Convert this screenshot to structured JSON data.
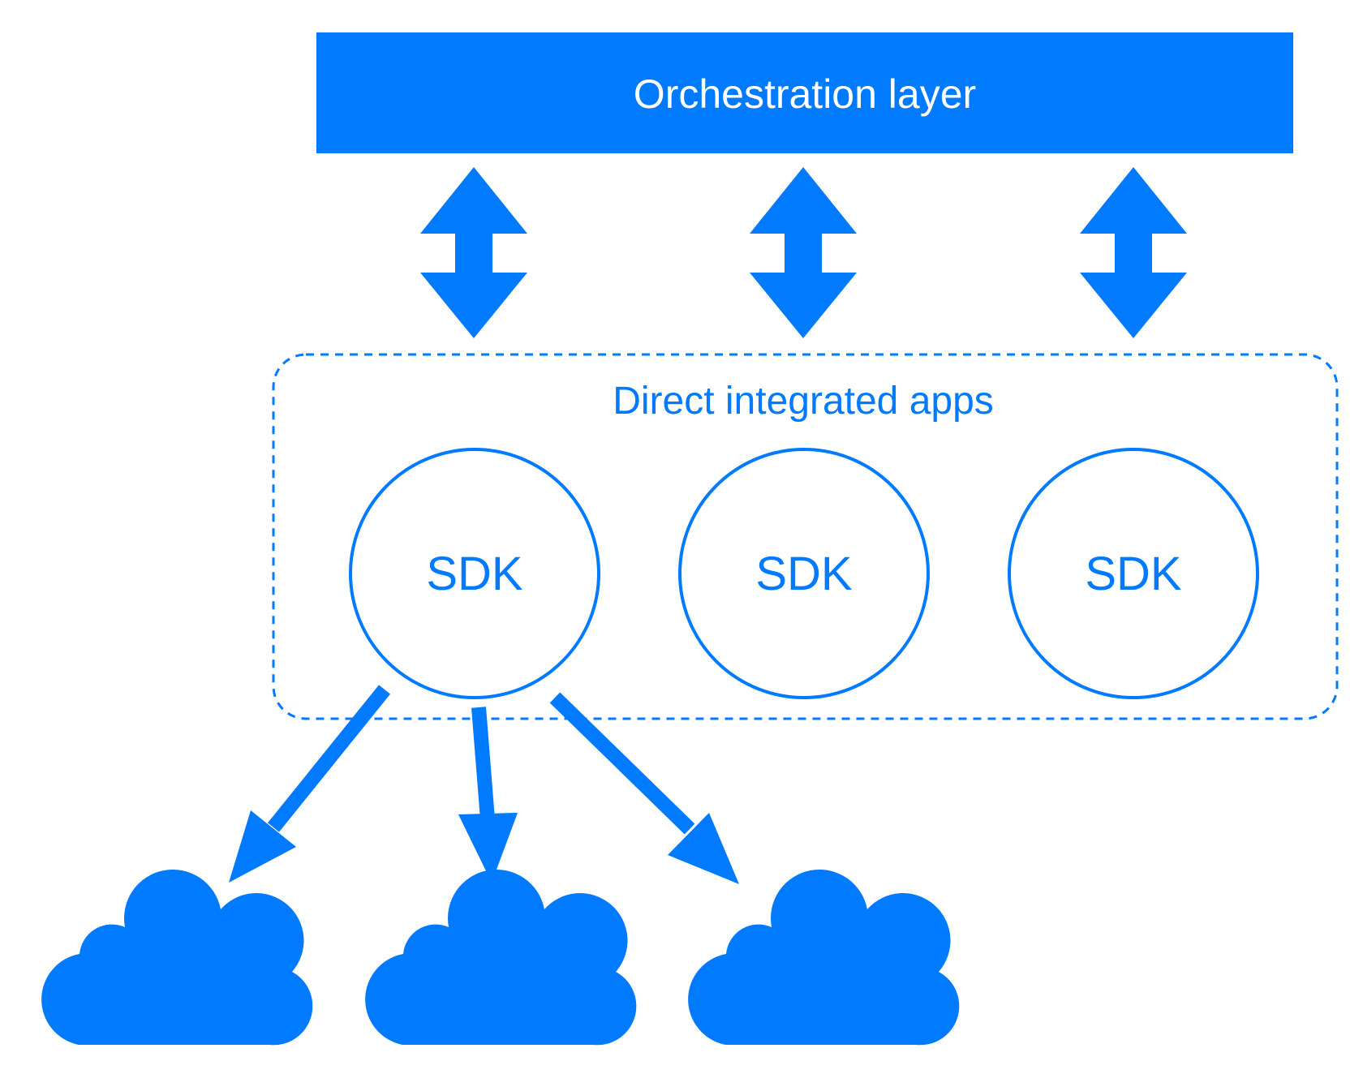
{
  "colors": {
    "accent": "#007AFF",
    "on_accent": "#FFFFFF",
    "background": "#FFFFFF"
  },
  "orchestration": {
    "label": "Orchestration layer"
  },
  "apps_group": {
    "label": "Direct integrated apps",
    "border_style": "dashed",
    "sdks": [
      {
        "label": "SDK"
      },
      {
        "label": "SDK"
      },
      {
        "label": "SDK"
      }
    ]
  },
  "connectors": {
    "orchestration_to_sdk": "bidirectional",
    "sdk_to_clouds": "outbound"
  },
  "clouds": [
    {
      "icon": "cloud-icon"
    },
    {
      "icon": "cloud-icon"
    },
    {
      "icon": "cloud-icon"
    }
  ]
}
